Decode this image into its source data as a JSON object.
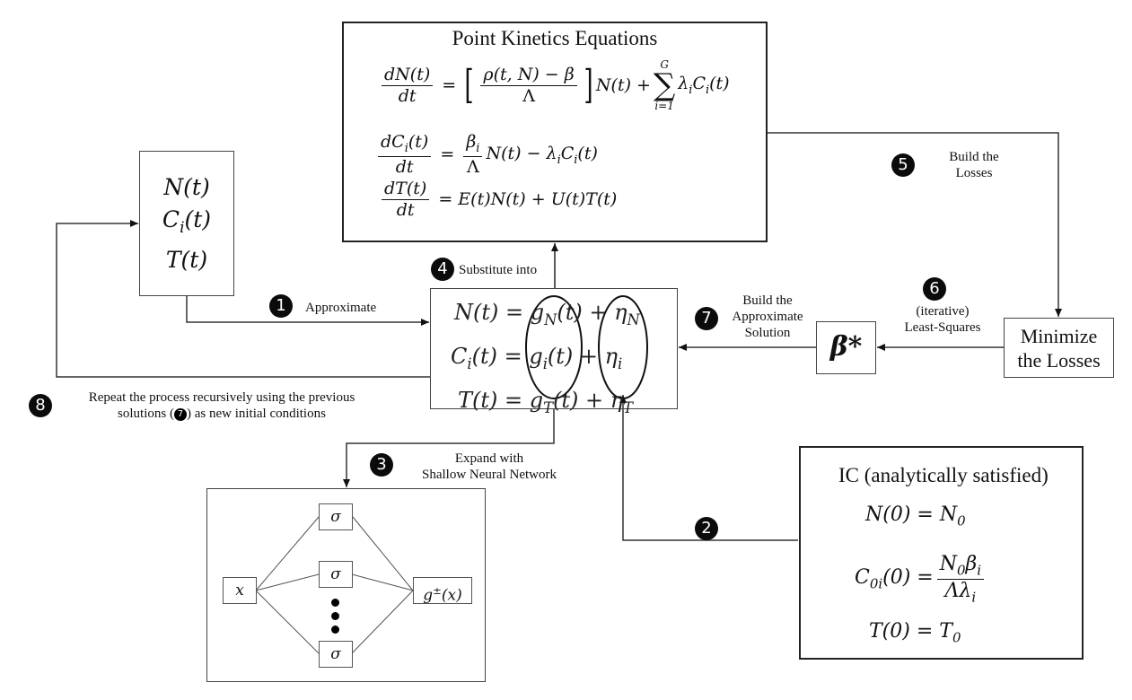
{
  "pke": {
    "title": "Point Kinetics Equations",
    "eq1": {
      "lhs_num": "dN(t)",
      "lhs_den": "dt",
      "rho_num": "ρ(t, N) − β",
      "rho_den": "Λ",
      "mid": "N(t) +",
      "sum_top": "G",
      "sum_bottom": "i=1",
      "tail": "λ",
      "tail_sub": "i",
      "tail2": "C",
      "tail2_sub": "i",
      "tail3": "(t)"
    },
    "eq2": {
      "lhs_num": "dC",
      "lhs_num_sub": "i",
      "lhs_num_tail": "(t)",
      "lhs_den": "dt",
      "coef_num": "β",
      "coef_num_sub": "i",
      "coef_den": "Λ",
      "rhs": "N(t) − λ",
      "rhs_sub": "i",
      "rhs2": "C",
      "rhs2_sub": "i",
      "rhs3": "(t)"
    },
    "eq3": {
      "lhs_num": "dT(t)",
      "lhs_den": "dt",
      "rhs": "E(t)N(t) + U(t)T(t)"
    }
  },
  "variables": {
    "n": "N(t)",
    "c": "C",
    "c_sub": "i",
    "c_tail": "(t)",
    "t": "T(t)"
  },
  "approx": {
    "row1": {
      "lhs": "N(t) = g",
      "g_sub": "N",
      "mid": "(t) + η",
      "eta_sub": "N"
    },
    "row2": {
      "lhs": "C",
      "lhs_sub": "i",
      "lhs_tail": "(t) = g",
      "g_sub": "i",
      "mid": "(t) + η",
      "eta_sub": "i"
    },
    "row3": {
      "lhs": "T(t) = g",
      "g_sub": "T",
      "mid": "(t) + η",
      "eta_sub": "T"
    }
  },
  "beta_star": "β*",
  "minimize": {
    "line1": "Minimize",
    "line2": "the Losses"
  },
  "ic": {
    "title": "IC (analytically satisfied)",
    "eq1": "N(0) = N",
    "eq1_sub": "0",
    "eq2_lhs": "C",
    "eq2_lhs_sub": "0i",
    "eq2_lhs_tail": "(0) =",
    "eq2_num": "N",
    "eq2_num_sub": "0",
    "eq2_num_b": "β",
    "eq2_num_b_sub": "i",
    "eq2_den": "Λλ",
    "eq2_den_sub": "i",
    "eq3": "T(0) = T",
    "eq3_sub": "0"
  },
  "nn": {
    "input": "x",
    "hidden": [
      "σ",
      "σ",
      "σ"
    ],
    "output": "g",
    "output_sup": "±",
    "output_tail": "(x)"
  },
  "steps": [
    {
      "num": "1",
      "label": "Approximate"
    },
    {
      "num": "2",
      "label": ""
    },
    {
      "num": "3",
      "label_l1": "Expand with",
      "label_l2": "Shallow Neural Network"
    },
    {
      "num": "4",
      "label": "Substitute into"
    },
    {
      "num": "5",
      "label_l1": "Build the",
      "label_l2": "Losses"
    },
    {
      "num": "6",
      "label_l1": "(iterative)",
      "label_l2": "Least-Squares"
    },
    {
      "num": "7",
      "label_l1": "Build the",
      "label_l2": "Approximate",
      "label_l3": "Solution"
    },
    {
      "num": "8",
      "label_l1": "Repeat the process recursively using the previous",
      "label_l2a": "solutions (",
      "label_l2_ref": "7",
      "label_l2b": ") as new initial conditions"
    }
  ]
}
